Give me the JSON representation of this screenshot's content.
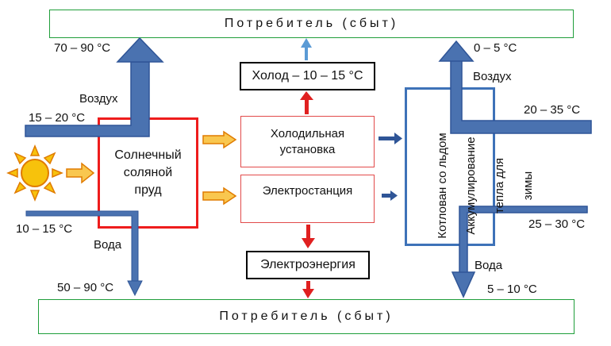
{
  "top_consumer": "Потребитель (сбыт)",
  "bottom_consumer": "Потребитель (сбыт)",
  "cold_box": "Холод  – 10 – 15 °C",
  "pond": {
    "line1": "Солнечный",
    "line2": "соляной",
    "line3": "пруд"
  },
  "fridge": {
    "line1": "Холодильная",
    "line2": "установка"
  },
  "power_plant": "Электростанция",
  "electricity": "Электроэнергия",
  "pit": {
    "line1": "Котлован со льдом",
    "line2": "Аккумулирование",
    "line3": "тепла для",
    "line4": "зимы"
  },
  "labels": {
    "air_out_left": "70 – 90 °C",
    "air_left": "Воздух",
    "air_in_left": "15 – 20 °C",
    "water_in_left": "10 – 15 °C",
    "water_left": "Вода",
    "water_out_left": "50 – 90 °C",
    "air_out_right": "0 – 5 °C",
    "air_right": "Воздух",
    "air_in_right": "20 – 35 °C",
    "water_in_right": "25 – 30 °C",
    "water_right": "Вода",
    "water_out_right": "5 – 10 °C"
  },
  "colors": {
    "blue_pipe": "#4a72b0",
    "blue_edge": "#2f5597",
    "red": "#e02020",
    "green": "#1f9e3a",
    "orange_arrow": "#f5a623",
    "sun": "#f7c20c"
  }
}
